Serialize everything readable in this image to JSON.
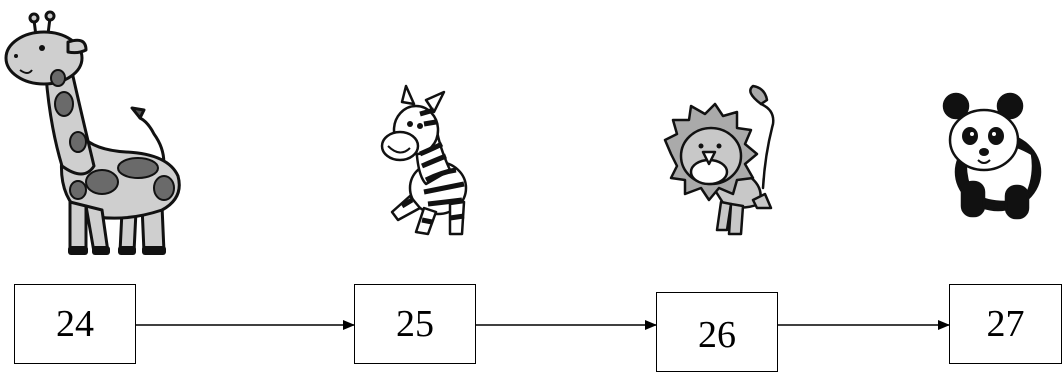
{
  "sequence": [
    {
      "number": "24",
      "animal": "giraffe-icon"
    },
    {
      "number": "25",
      "animal": "zebra-icon"
    },
    {
      "number": "26",
      "animal": "lion-icon"
    },
    {
      "number": "27",
      "animal": "panda-icon"
    }
  ]
}
